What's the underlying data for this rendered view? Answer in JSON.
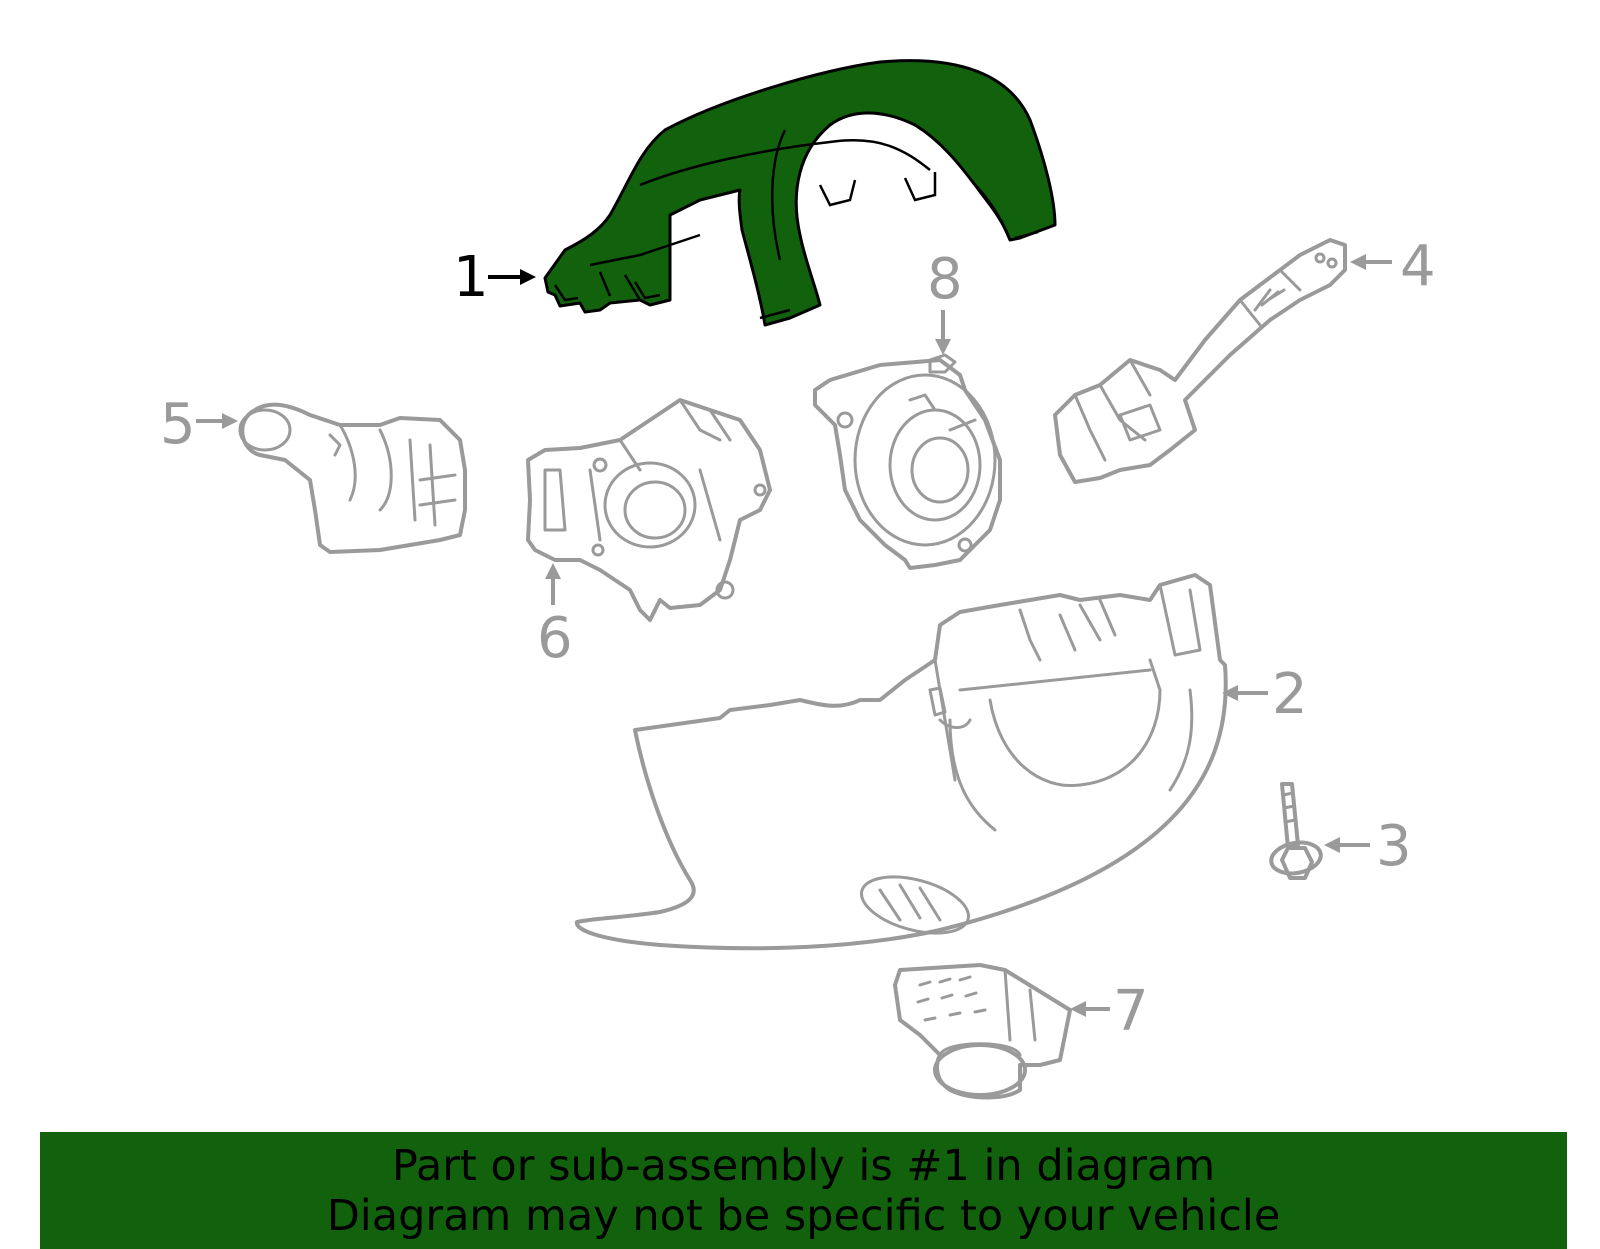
{
  "callouts": {
    "part1": "1",
    "part2": "2",
    "part3": "3",
    "part4": "4",
    "part5": "5",
    "part6": "6",
    "part7": "7",
    "part8": "8"
  },
  "banner": {
    "line1": "Part or sub-assembly is #1 in diagram",
    "line2": "Diagram may not be specific to your vehicle"
  },
  "colors": {
    "highlight": "#12620d",
    "outline": "#9a9a9a",
    "active_text": "#000000"
  }
}
